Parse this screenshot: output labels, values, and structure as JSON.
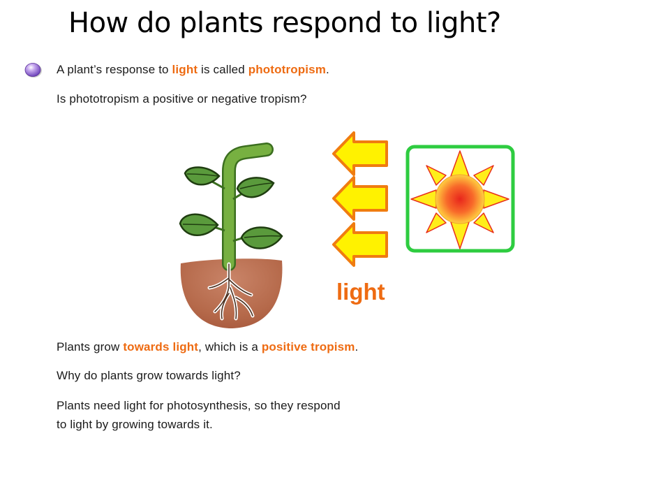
{
  "slide": {
    "title": "How do plants respond to light?",
    "intro": {
      "line1": {
        "before": "A plant’s response to ",
        "hl1": "light",
        "middle": " is called ",
        "hl2": "phototropism",
        "after": "."
      },
      "line2": "Is phototropism a positive or negative tropism?"
    },
    "figure": {
      "light_label": "light",
      "icons": [
        "plant-icon",
        "arrow-left-icon",
        "sun-icon"
      ]
    },
    "conclusion": {
      "line1": {
        "before": "Plants grow ",
        "hl1": "towards light",
        "middle": ", which is a ",
        "hl2": "positive tropism",
        "after": "."
      },
      "line2": "Why do plants grow towards light?",
      "line3a": "Plants need light for photosynthesis, so they respond",
      "line3b": "to light by growing towards it."
    }
  },
  "colors": {
    "accent": "#ee6b12",
    "arrow_fill": "#fff200",
    "arrow_stroke": "#f07c10",
    "frame": "#2ecc40",
    "stem": "#6ea83a",
    "soil": "#b5694a"
  }
}
